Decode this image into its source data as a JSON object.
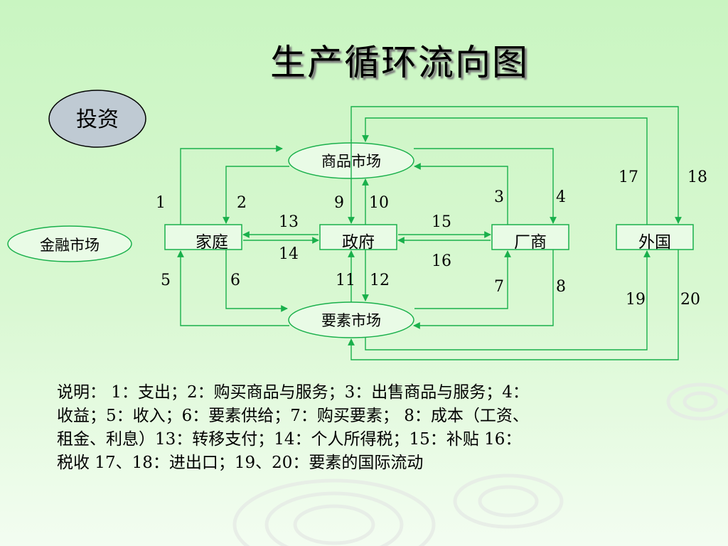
{
  "slide": {
    "title": "生产循环流向图",
    "ovals": {
      "invest": "投资",
      "finance_market": "金融市场",
      "goods_market": "商品市场",
      "factor_market": "要素市场"
    },
    "boxes": {
      "household": "家庭",
      "government": "政府",
      "firm": "厂商",
      "foreign": "外国"
    },
    "flow_numbers": {
      "n1": "1",
      "n2": "2",
      "n3": "3",
      "n4": "4",
      "n5": "5",
      "n6": "6",
      "n7": "7",
      "n8": "8",
      "n9": "9",
      "n10": "10",
      "n11": "11",
      "n12": "12",
      "n13": "13",
      "n14": "14",
      "n15": "15",
      "n16": "16",
      "n17": "17",
      "n18": "18",
      "n19": "19",
      "n20": "20"
    },
    "caption_lines": [
      "说明： 1：支出；2：购买商品与服务；3：出售商品与服务；4：",
      "收益；5：收入；6：要素供给；7：购买要素；  8：成本（工资、",
      "租金、利息）13：转移支付；14：个人所得税；15：补贴  16：",
      "税收 17、18：进出口；19、20：要素的国际流动"
    ]
  },
  "colors": {
    "arrow": "#19b04b",
    "box_border": "#19b04b",
    "oval_invest_fill": "#bfcad3"
  }
}
